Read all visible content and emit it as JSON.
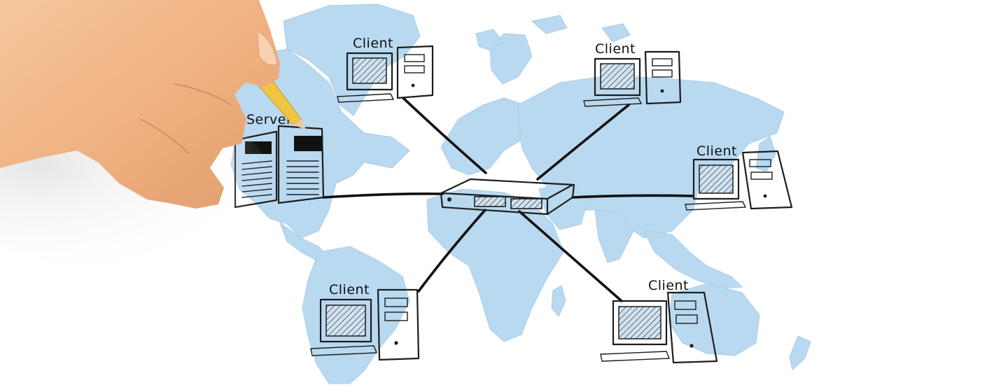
{
  "colors": {
    "land": "#b9d9f1",
    "ink": "#1d1d1d",
    "skin": "#f3b989",
    "pencil": "#f2c541"
  },
  "diagram": {
    "switch_label": "",
    "nodes": [
      {
        "id": "server",
        "label": "Server",
        "kind": "server"
      },
      {
        "id": "client-nw",
        "label": "Client",
        "kind": "client"
      },
      {
        "id": "client-ne",
        "label": "Client",
        "kind": "client"
      },
      {
        "id": "client-e",
        "label": "Client",
        "kind": "client"
      },
      {
        "id": "client-sw",
        "label": "Client",
        "kind": "client"
      },
      {
        "id": "client-se",
        "label": "Client",
        "kind": "client"
      }
    ],
    "links": [
      {
        "from": "switch",
        "to": "server"
      },
      {
        "from": "switch",
        "to": "client-nw"
      },
      {
        "from": "switch",
        "to": "client-ne"
      },
      {
        "from": "switch",
        "to": "client-e"
      },
      {
        "from": "switch",
        "to": "client-sw"
      },
      {
        "from": "switch",
        "to": "client-se"
      }
    ]
  }
}
